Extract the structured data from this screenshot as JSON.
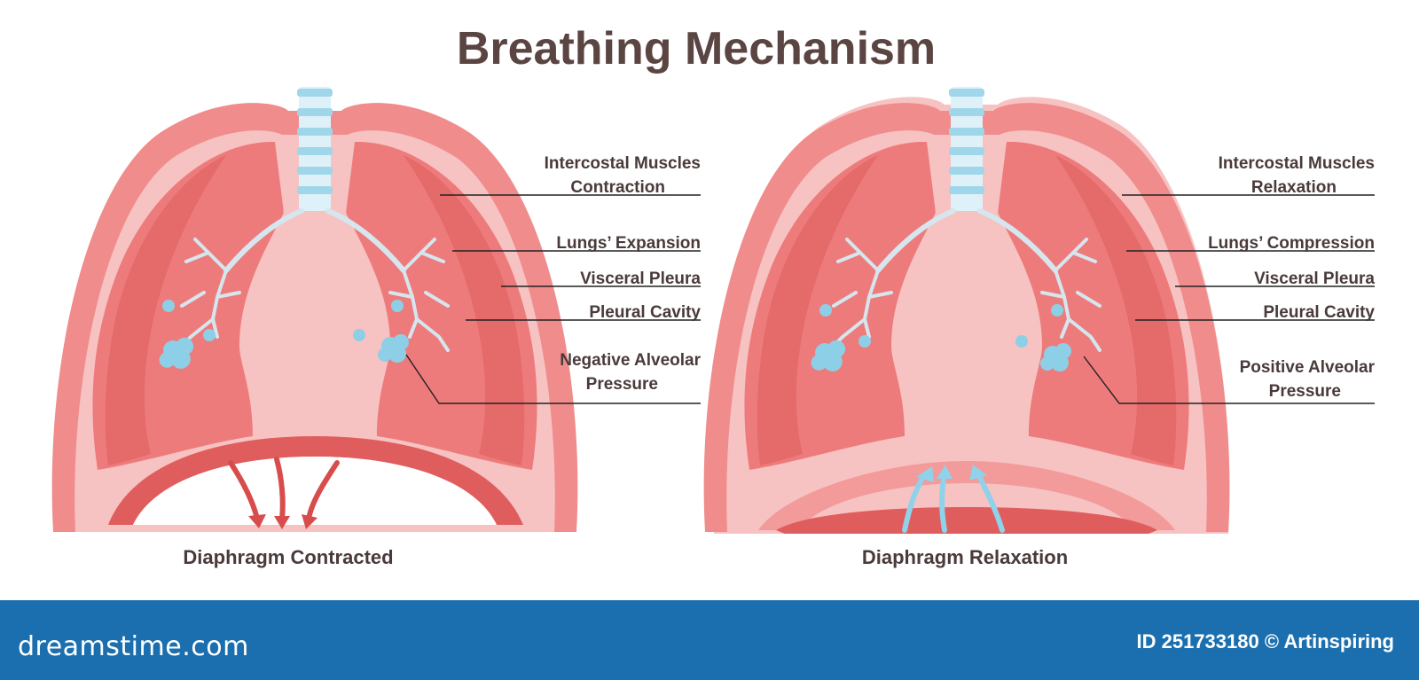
{
  "title": "Breathing Mechanism",
  "left_panel": {
    "labels": [
      "Intercostal Muscles",
      "Contraction",
      "Lungs’ Expansion",
      "Visceral Pleura",
      "Pleural Cavity",
      "Negative Alveolar",
      "Pressure"
    ],
    "caption": "Diaphragm Contracted"
  },
  "right_panel": {
    "labels": [
      "Intercostal Muscles",
      "Relaxation",
      "Lungs’ Compression",
      "Visceral Pleura",
      "Pleural Cavity",
      "Positive Alveolar",
      "Pressure"
    ],
    "caption": "Diaphragm Relaxation"
  },
  "footer": {
    "brand": "dreamstime.com",
    "credit": "ID 251733180 © Artinspiring"
  },
  "colors": {
    "chest_outer": "#f08c8c",
    "pleural_space": "#f7c2c2",
    "lung": "#ee7b7b",
    "lung_shade": "#e56a6a",
    "trachea": "#9fd6ea",
    "alveoli": "#8ecfe8",
    "contract_arrows": "#d94c4c",
    "relax_arrows": "#8fd2ea",
    "footer_bar": "#1c6fae",
    "title_text": "#5a4542"
  }
}
